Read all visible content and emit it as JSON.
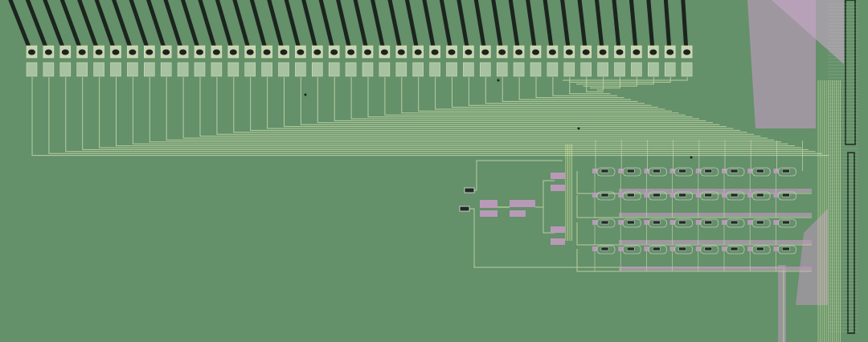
{
  "colors": {
    "substrate": "#64906a",
    "trace": "#b9cfa0",
    "trace_bright": "#d8e6a0",
    "pad": "#a7c2a0",
    "pad_top": "#c8d4b0",
    "bond_wire": "#1c241e",
    "metal_pink": "#b89ab8",
    "device_dark": "#1e2a22"
  },
  "layout_counts": {
    "bond_pads": 40,
    "device_rows": 4,
    "device_columns": 8
  }
}
